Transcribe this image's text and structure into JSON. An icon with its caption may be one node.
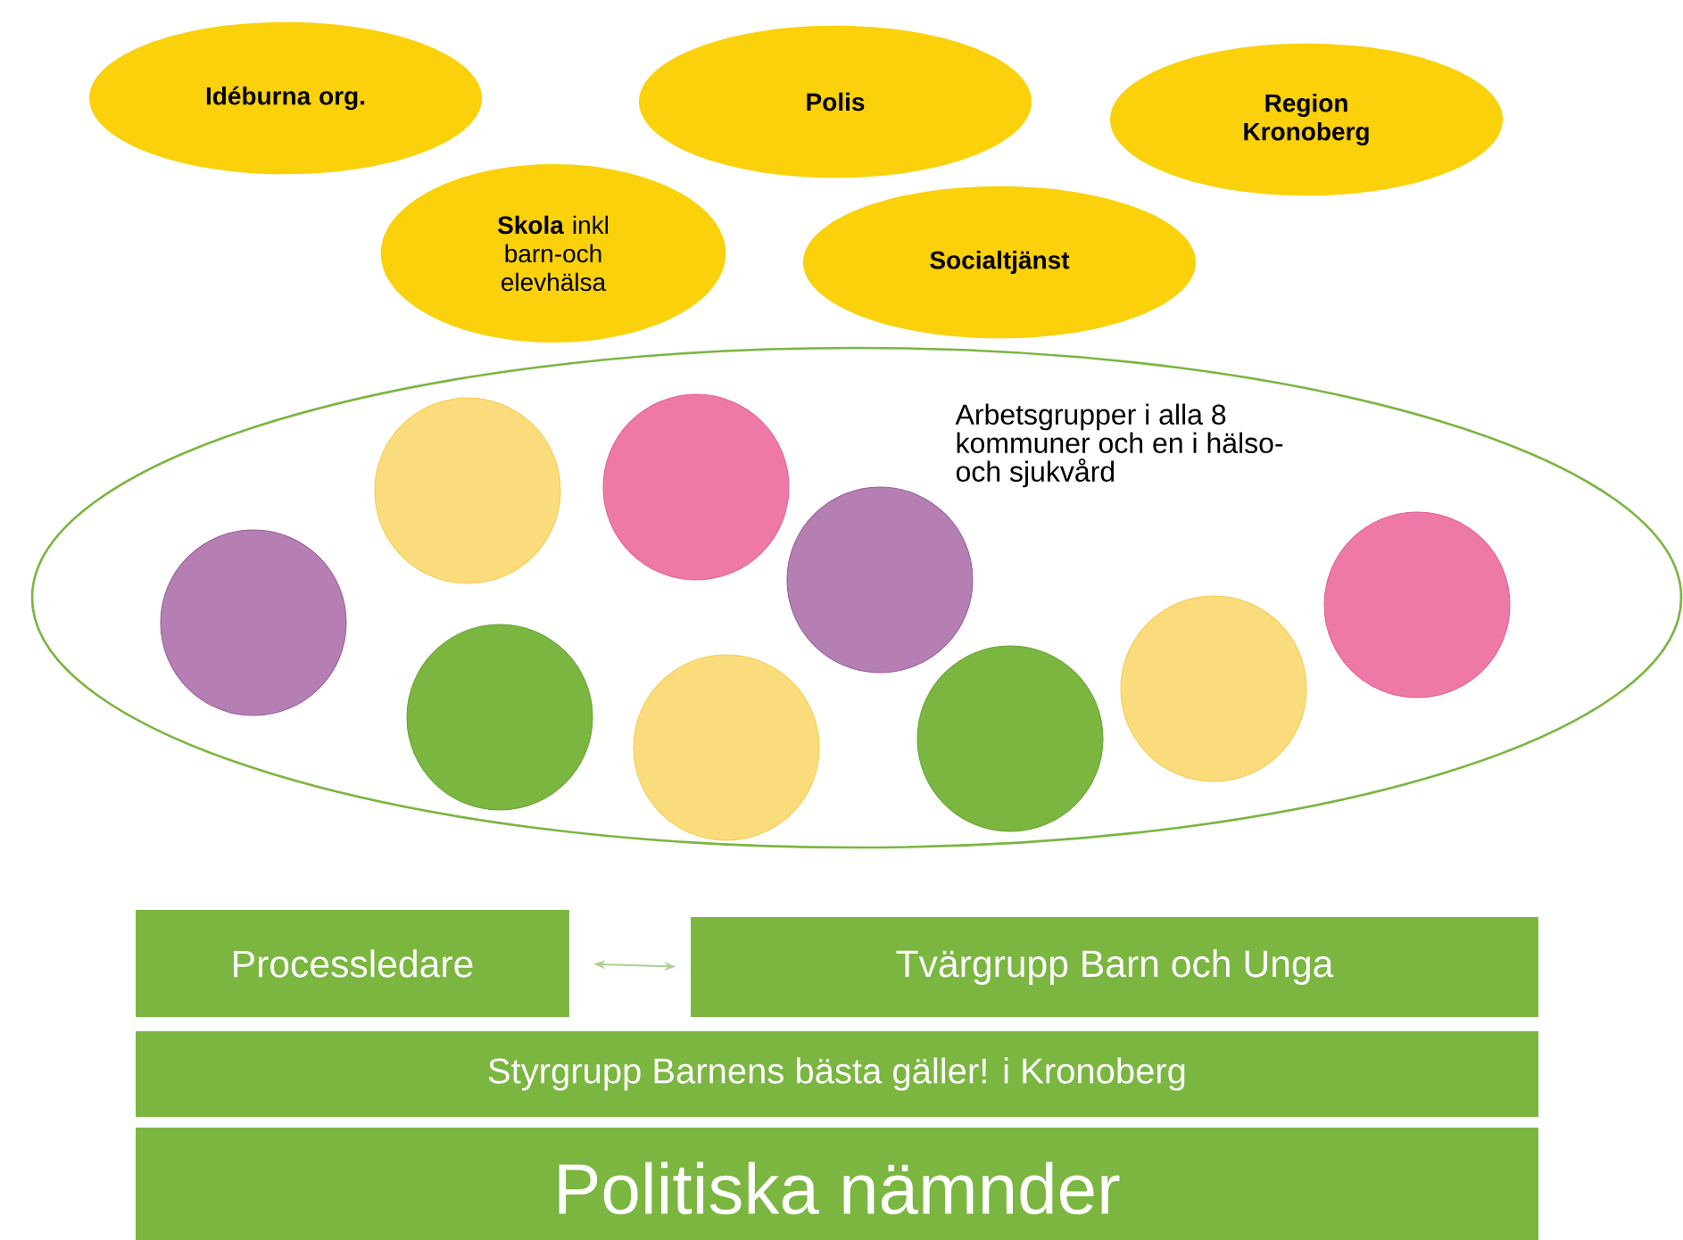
{
  "diagram": {
    "nodes": [
      {
        "text": [
          "Idéburna org."
        ]
      },
      {
        "text": [
          "Polis"
        ]
      },
      {
        "text": [
          "Region Kronoberg"
        ]
      },
      {
        "text": [
          "**Skola** inkl barn-och elevhälsa"
        ]
      },
      {
        "text": [
          "Socialtjänst"
        ]
      },
      {
        "text": [
          "Arbetsgrupper i alla 8 kommuner och en i hälso- och sjukvård"
        ]
      },
      {
        "text": [],
        "shape": "circle",
        "in": 5
      },
      {
        "text": [],
        "shape": "circle",
        "in": 5
      },
      {
        "text": [],
        "shape": "circle",
        "in": 5
      },
      {
        "text": [],
        "shape": "circle",
        "in": 5
      },
      {
        "text": [],
        "shape": "circle",
        "in": 5
      },
      {
        "text": [],
        "shape": "circle",
        "in": 5
      },
      {
        "text": [],
        "shape": "circle",
        "in": 5
      },
      {
        "text": [],
        "shape": "circle",
        "in": 5
      },
      {
        "text": [],
        "shape": "circle",
        "in": 5
      },
      {
        "text": [
          "Processledare"
        ]
      },
      {
        "text": [
          "Tvärgrupp Barn och Unga"
        ]
      },
      {
        "text": [
          "Styrgrupp Barnens bästa gäller! i Kronoberg"
        ]
      },
      {
        "text": [
          "Politiska nämnder"
        ]
      }
    ],
    "edges": [
      {
        "from": 15,
        "to": 16,
        "arrow": "both"
      }
    ]
  }
}
